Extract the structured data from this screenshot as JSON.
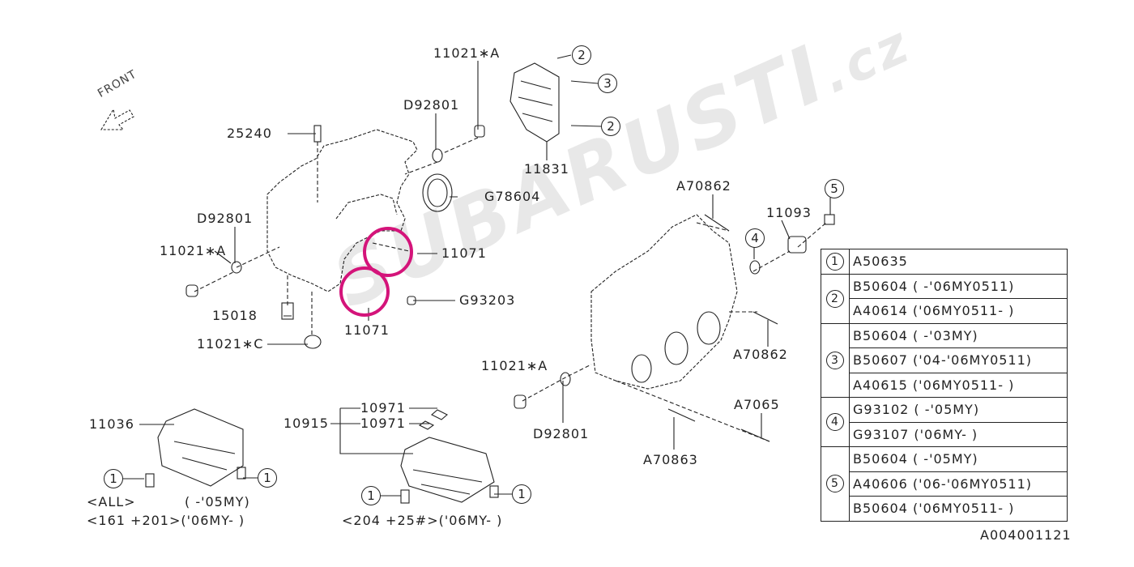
{
  "diagram": {
    "front_label": "FRONT",
    "watermark": {
      "main": "SUBARUSTI",
      "suffix": ".cz"
    },
    "part_labels": [
      "11021∗A",
      "D92801",
      "25240",
      "G78604",
      "D92801",
      "11021∗A",
      "11071",
      "G93203",
      "15018",
      "11071",
      "11021∗C",
      "11831",
      "A70862",
      "11093",
      "A70862",
      "11021∗A",
      "A7065",
      "D92801",
      "A70863",
      "11036",
      "10971",
      "10971",
      "10915"
    ],
    "callouts": [
      "2",
      "3",
      "2",
      "5",
      "4",
      "1",
      "1",
      "1",
      "1"
    ],
    "variant_notes": [
      "<ALL>",
      "( -'05MY)",
      "<161 +201>('06MY- )",
      "<204 +25#>('06MY- )"
    ],
    "highlight_color": "#d4147a",
    "figure_id": "A004001121"
  },
  "legend_table": [
    {
      "ref": "1",
      "parts": [
        "A50635"
      ]
    },
    {
      "ref": "2",
      "parts": [
        "B50604 ( -'06MY0511)",
        "A40614 ('06MY0511- )"
      ]
    },
    {
      "ref": "3",
      "parts": [
        "B50604 ( -'03MY)",
        "B50607 ('04-'06MY0511)",
        "A40615 ('06MY0511- )"
      ]
    },
    {
      "ref": "4",
      "parts": [
        "G93102 ( -'05MY)",
        "G93107 ('06MY- )"
      ]
    },
    {
      "ref": "5",
      "parts": [
        "B50604 ( -'05MY)",
        "A40606 ('06-'06MY0511)",
        "B50604 ('06MY0511- )"
      ]
    }
  ]
}
